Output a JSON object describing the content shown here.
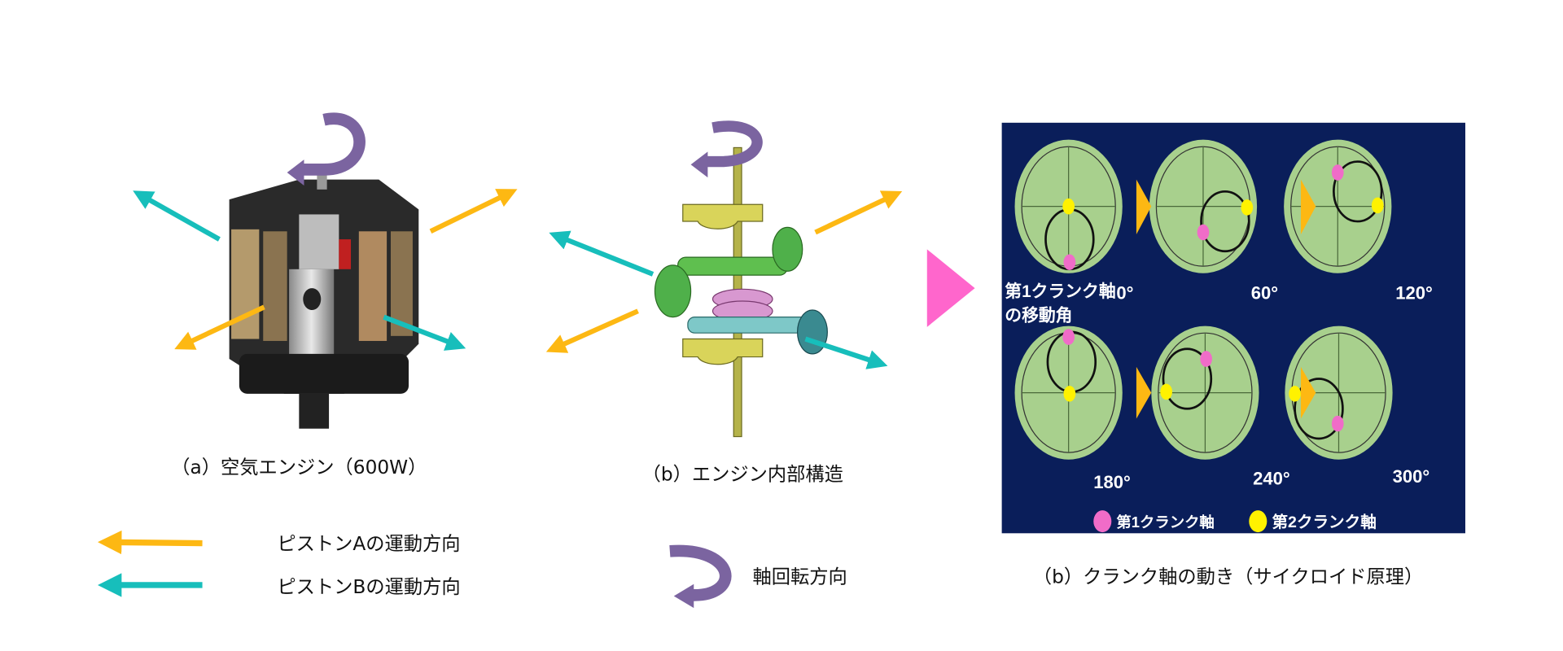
{
  "captions": {
    "engine": "（a）空気エンジン（600W）",
    "internal": "（b）エンジン内部構造",
    "crank": "（b）クランク軸の動き（サイクロイド原理）"
  },
  "legend": {
    "piston_a": "ピストンAの運動方向",
    "piston_b": "ピストンBの運動方向",
    "rotation": "軸回転方向"
  },
  "crank_panel": {
    "angle_title_line1": "第1クランク軸",
    "angle_title_line2": "の移動角",
    "angles": [
      "0°",
      "60°",
      "120°",
      "180°",
      "240°",
      "300°"
    ],
    "legend_first": "第1クランク軸",
    "legend_second": "第2クランク軸"
  },
  "colors": {
    "piston_a": "#FDB813",
    "piston_b": "#17BEBB",
    "rotation": "#7B64A0",
    "panel_bg": "#0A1E5A",
    "disc": "#A8D08D",
    "first_crank": "#F06CC8",
    "second_crank": "#FFF200",
    "next_marker": "#FF66CC"
  }
}
